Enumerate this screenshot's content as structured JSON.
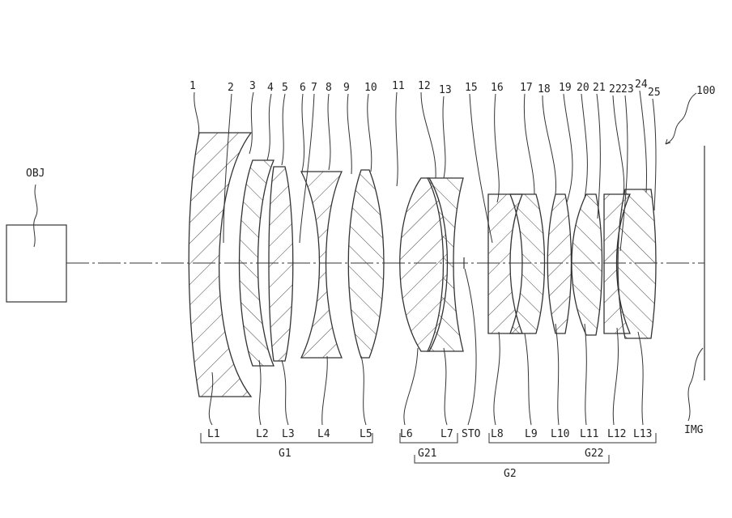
{
  "object_label": "OBJ",
  "image_label": "IMG",
  "system_ref": "100",
  "surface_numbers": [
    "1",
    "2",
    "3",
    "4",
    "5",
    "6",
    "7",
    "8",
    "9",
    "10",
    "11",
    "12",
    "13",
    "15",
    "16",
    "17",
    "18",
    "19",
    "20",
    "21",
    "22",
    "23",
    "24",
    "25"
  ],
  "lenses": [
    "L1",
    "L2",
    "L3",
    "L4",
    "L5",
    "L6",
    "L7",
    "STO",
    "L8",
    "L9",
    "L10",
    "L11",
    "L12",
    "L13"
  ],
  "groups": {
    "g1": "G1",
    "g21": "G21",
    "g22": "G22",
    "g2": "G2"
  }
}
